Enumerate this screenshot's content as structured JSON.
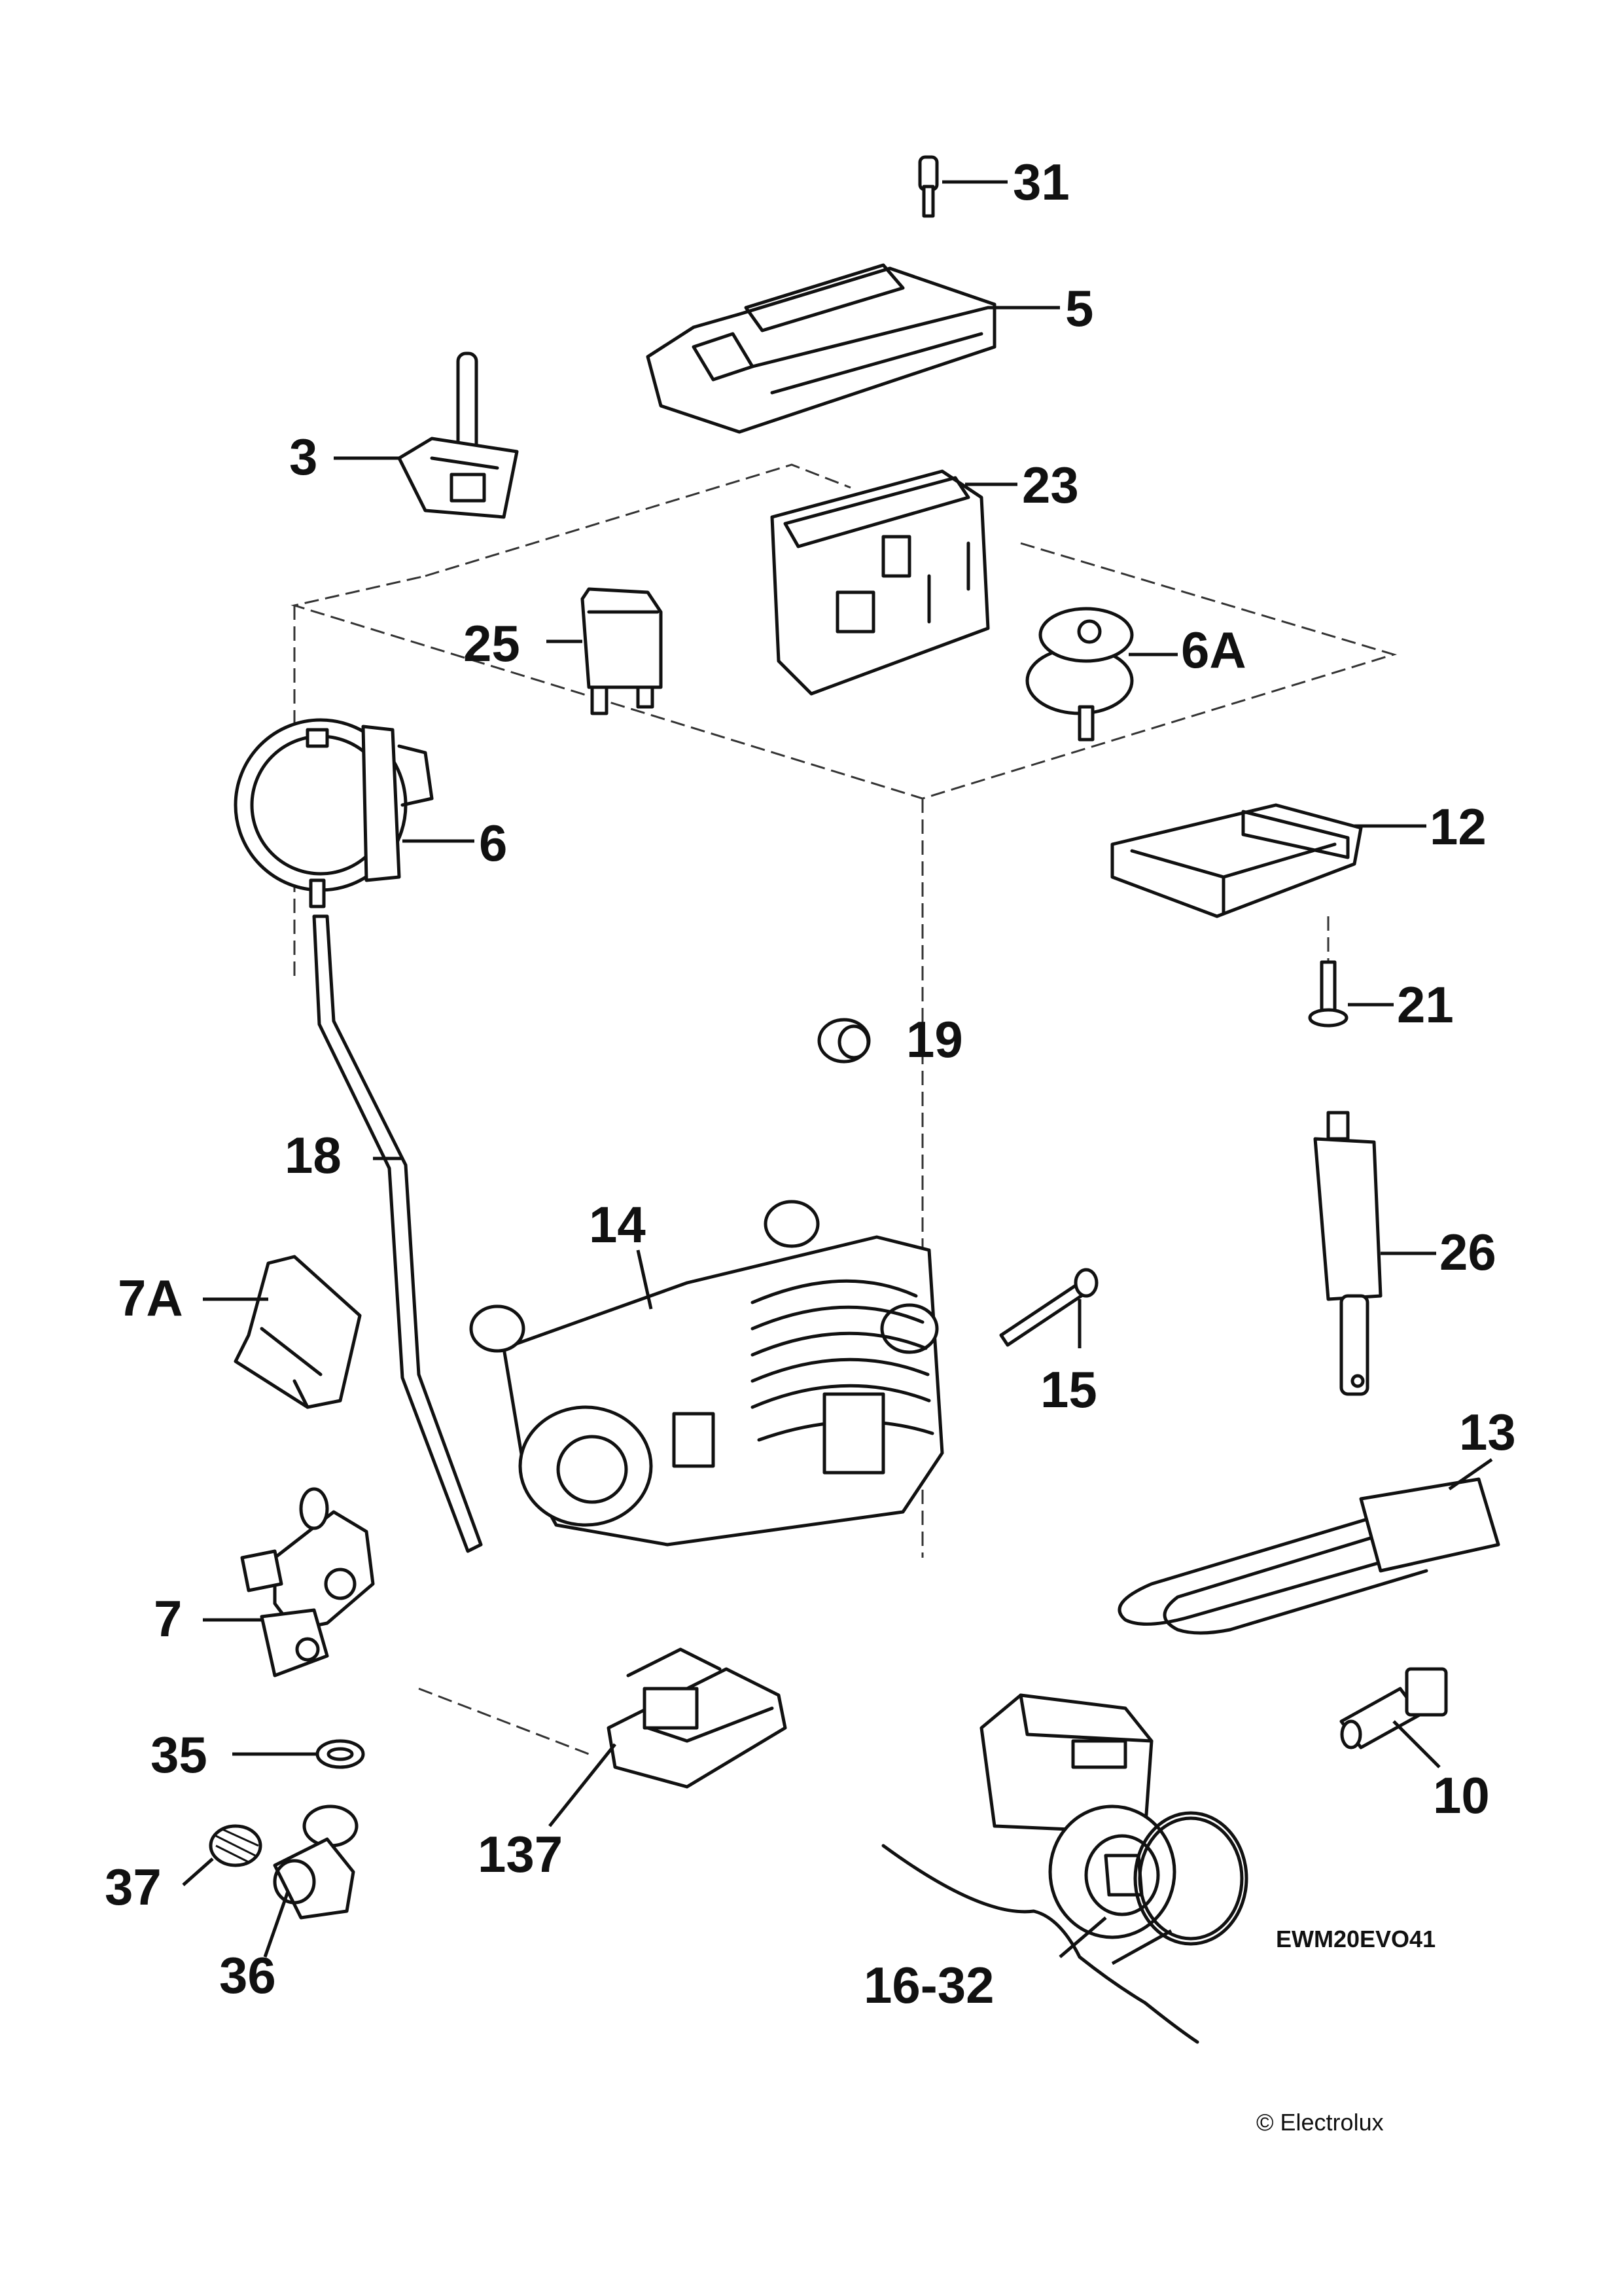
{
  "diagram": {
    "model_code": "EWM20EVO41",
    "copyright": "© Electrolux",
    "parts": [
      {
        "id": "p31",
        "label": "31"
      },
      {
        "id": "p5",
        "label": "5"
      },
      {
        "id": "p3",
        "label": "3"
      },
      {
        "id": "p23",
        "label": "23"
      },
      {
        "id": "p25",
        "label": "25"
      },
      {
        "id": "p6A",
        "label": "6A"
      },
      {
        "id": "p6",
        "label": "6"
      },
      {
        "id": "p12",
        "label": "12"
      },
      {
        "id": "p21",
        "label": "21"
      },
      {
        "id": "p19",
        "label": "19"
      },
      {
        "id": "p18",
        "label": "18"
      },
      {
        "id": "p14",
        "label": "14"
      },
      {
        "id": "p26",
        "label": "26"
      },
      {
        "id": "p7A",
        "label": "7A"
      },
      {
        "id": "p15",
        "label": "15"
      },
      {
        "id": "p13",
        "label": "13"
      },
      {
        "id": "p7",
        "label": "7"
      },
      {
        "id": "p35",
        "label": "35"
      },
      {
        "id": "p137",
        "label": "137"
      },
      {
        "id": "p10",
        "label": "10"
      },
      {
        "id": "p37",
        "label": "37"
      },
      {
        "id": "p36",
        "label": "36"
      },
      {
        "id": "p16-32",
        "label": "16-32"
      }
    ]
  }
}
